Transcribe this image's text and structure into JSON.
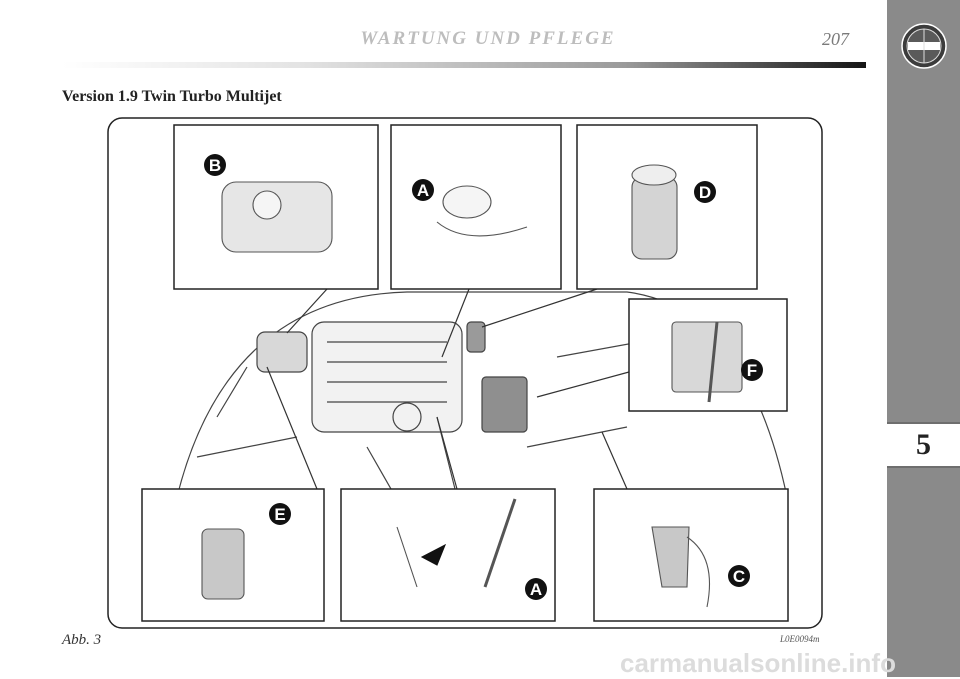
{
  "header": {
    "title": "WARTUNG UND PFLEGE",
    "page_number": "207"
  },
  "side_tab": {
    "chapter": "5"
  },
  "section": {
    "title": "Version 1.9  Twin Turbo Multijet"
  },
  "figure": {
    "label": "Abb. 3",
    "code": "L0E0094m",
    "callouts": [
      "B",
      "A",
      "D",
      "F",
      "E",
      "A",
      "C"
    ]
  },
  "watermark": "carmanualsonline.info"
}
